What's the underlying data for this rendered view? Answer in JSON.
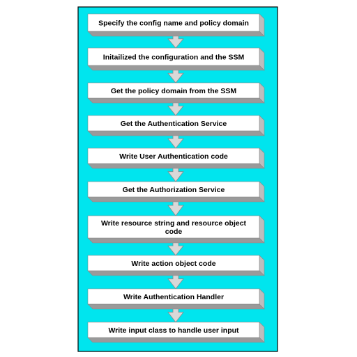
{
  "panel": {
    "background": "#00e5ee",
    "border": "#000000"
  },
  "box_colors": {
    "face": "#ffffff",
    "side": "#bdbdbd",
    "bottom": "#9a9a9a",
    "edge": "#8a8a8a"
  },
  "arrow_colors": {
    "fill": "#d8d8d8",
    "stroke": "#8a8a8a"
  },
  "steps": [
    {
      "lines": [
        "Specify the config name and policy domain"
      ]
    },
    {
      "lines": [
        "Initailized the configuration and the SSM"
      ]
    },
    {
      "lines": [
        "Get the policy domain from the SSM"
      ]
    },
    {
      "lines": [
        "Get the Authentication Service"
      ]
    },
    {
      "lines": [
        "Write User Authentication code"
      ]
    },
    {
      "lines": [
        "Get the Authorization Service"
      ]
    },
    {
      "lines": [
        "Write resource string and resource object",
        "code"
      ]
    },
    {
      "lines": [
        "Write action object code"
      ]
    },
    {
      "lines": [
        "Write Authentication Handler"
      ]
    },
    {
      "lines": [
        "Write input class to handle user input"
      ]
    }
  ]
}
